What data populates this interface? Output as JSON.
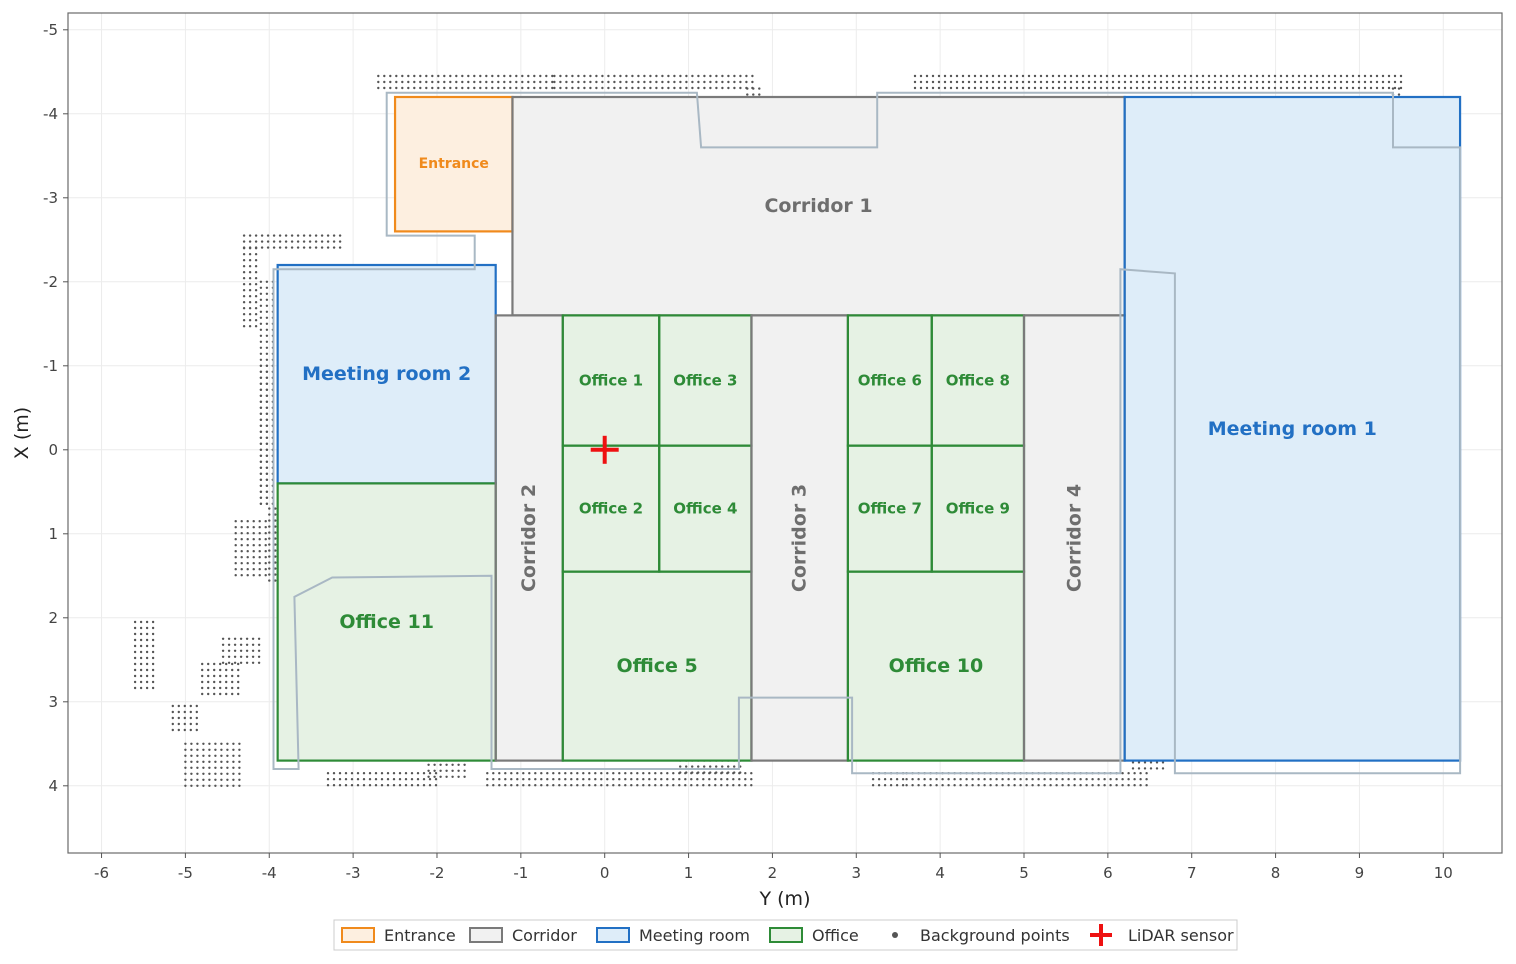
{
  "chart_data": {
    "type": "floor-plan",
    "xlabel": "Y (m)",
    "ylabel": "X (m)",
    "xlim": [
      -6.4,
      10.7
    ],
    "ylim": [
      -5.2,
      4.8
    ],
    "x_ticks": [
      -6,
      -5,
      -4,
      -3,
      -2,
      -1,
      0,
      1,
      2,
      3,
      4,
      5,
      6,
      7,
      8,
      9,
      10
    ],
    "y_ticks": [
      -5,
      -4,
      -3,
      -2,
      -1,
      0,
      1,
      2,
      3,
      4
    ],
    "grid": true,
    "legend_position": "bottom",
    "colors": {
      "entrance": "#f08a1c",
      "corridor": "#7a7a7a",
      "meeting": "#2270c4",
      "office": "#2e8b37",
      "sensor": "#ee1111",
      "outline": "#a9b8c4",
      "points": "#555555"
    },
    "rooms": [
      {
        "label": "Entrance",
        "category": "Entrance",
        "y0": -2.5,
        "y1": -1.1,
        "x0": -4.2,
        "x1": -2.6
      },
      {
        "label": "Corridor 1",
        "category": "Corridor",
        "y0": -1.1,
        "y1": 6.2,
        "x0": -4.2,
        "x1": -1.6
      },
      {
        "label": "Meeting room 2",
        "category": "Meeting room",
        "y0": -3.9,
        "y1": -1.3,
        "x0": -2.2,
        "x1": 0.4
      },
      {
        "label": "Office 11",
        "category": "Office",
        "y0": -3.9,
        "y1": -1.3,
        "x0": 0.4,
        "x1": 3.7
      },
      {
        "label": "Corridor 2",
        "category": "Corridor",
        "y0": -1.3,
        "y1": -0.5,
        "x0": -1.6,
        "x1": 3.7,
        "vertical": true
      },
      {
        "label": "Office 1",
        "category": "Office",
        "y0": -0.5,
        "y1": 0.65,
        "x0": -1.6,
        "x1": -0.05
      },
      {
        "label": "Office 3",
        "category": "Office",
        "y0": 0.65,
        "y1": 1.75,
        "x0": -1.6,
        "x1": -0.05
      },
      {
        "label": "Office 2",
        "category": "Office",
        "y0": -0.5,
        "y1": 0.65,
        "x0": -0.05,
        "x1": 1.45
      },
      {
        "label": "Office 4",
        "category": "Office",
        "y0": 0.65,
        "y1": 1.75,
        "x0": -0.05,
        "x1": 1.45
      },
      {
        "label": "Office 5",
        "category": "Office",
        "y0": -0.5,
        "y1": 1.75,
        "x0": 1.45,
        "x1": 3.7
      },
      {
        "label": "Corridor 3",
        "category": "Corridor",
        "y0": 1.75,
        "y1": 2.9,
        "x0": -1.6,
        "x1": 3.7,
        "vertical": true
      },
      {
        "label": "Office 6",
        "category": "Office",
        "y0": 2.9,
        "y1": 3.9,
        "x0": -1.6,
        "x1": -0.05
      },
      {
        "label": "Office 8",
        "category": "Office",
        "y0": 3.9,
        "y1": 5.0,
        "x0": -1.6,
        "x1": -0.05
      },
      {
        "label": "Office 7",
        "category": "Office",
        "y0": 2.9,
        "y1": 3.9,
        "x0": -0.05,
        "x1": 1.45
      },
      {
        "label": "Office 9",
        "category": "Office",
        "y0": 3.9,
        "y1": 5.0,
        "x0": -0.05,
        "x1": 1.45
      },
      {
        "label": "Office 10",
        "category": "Office",
        "y0": 2.9,
        "y1": 5.0,
        "x0": 1.45,
        "x1": 3.7
      },
      {
        "label": "Corridor 4",
        "category": "Corridor",
        "y0": 5.0,
        "y1": 6.2,
        "x0": -1.6,
        "x1": 3.7,
        "vertical": true
      },
      {
        "label": "Meeting room 1",
        "category": "Meeting room",
        "y0": 6.2,
        "y1": 10.2,
        "x0": -4.2,
        "x1": 3.7
      }
    ],
    "lidar_sensor": {
      "label": "LiDAR sensor",
      "y": 0.0,
      "x": 0.0
    },
    "scan_outline": [
      [
        -2.6,
        -4.25
      ],
      [
        1.1,
        -4.25
      ],
      [
        1.15,
        -3.6
      ],
      [
        3.25,
        -3.6
      ],
      [
        3.25,
        -4.25
      ],
      [
        9.4,
        -4.25
      ],
      [
        9.4,
        -3.6
      ],
      [
        10.2,
        -3.6
      ],
      [
        10.2,
        3.85
      ],
      [
        6.8,
        3.85
      ],
      [
        6.8,
        -2.1
      ],
      [
        6.15,
        -2.15
      ],
      [
        6.15,
        3.85
      ],
      [
        2.95,
        3.85
      ],
      [
        2.95,
        2.95
      ],
      [
        1.6,
        2.95
      ],
      [
        1.6,
        3.8
      ],
      [
        -1.35,
        3.8
      ],
      [
        -1.35,
        1.5
      ],
      [
        -3.25,
        1.52
      ],
      [
        -3.7,
        1.75
      ],
      [
        -3.65,
        3.8
      ],
      [
        -3.95,
        3.8
      ],
      [
        -3.95,
        -2.15
      ],
      [
        -1.55,
        -2.15
      ],
      [
        -1.55,
        -2.55
      ],
      [
        -2.6,
        -2.55
      ]
    ],
    "background_points": [
      {
        "y0": -2.7,
        "y1": -0.6,
        "x0": -4.45,
        "x1": -4.25
      },
      {
        "y0": -0.6,
        "y1": 1.8,
        "x0": -4.45,
        "x1": -4.25
      },
      {
        "y0": 3.7,
        "y1": 9.5,
        "x0": -4.45,
        "x1": -4.25
      },
      {
        "y0": 1.7,
        "y1": 1.85,
        "x0": -4.3,
        "x1": -3.8
      },
      {
        "y0": 1.7,
        "y1": 2.7,
        "x0": -3.8,
        "x1": -3.65
      },
      {
        "y0": 9.4,
        "y1": 9.5,
        "x0": -4.3,
        "x1": -3.8
      },
      {
        "y0": 9.4,
        "y1": 9.8,
        "x0": -3.8,
        "x1": -3.65
      },
      {
        "y0": -4.3,
        "y1": -3.1,
        "x0": -2.55,
        "x1": -2.4
      },
      {
        "y0": -4.3,
        "y1": -4.1,
        "x0": -2.4,
        "x1": -1.4
      },
      {
        "y0": -4.1,
        "y1": -3.95,
        "x0": -2.0,
        "x1": 0.7
      },
      {
        "y0": -4.1,
        "y1": -3.95,
        "x0": -1.0,
        "x1": 0.7
      },
      {
        "y0": -4.0,
        "y1": -3.85,
        "x0": 0.7,
        "x1": 1.6
      },
      {
        "y0": -4.4,
        "y1": -4.0,
        "x0": 0.85,
        "x1": 1.5
      },
      {
        "y0": -5.6,
        "y1": -5.35,
        "x0": 2.05,
        "x1": 2.9
      },
      {
        "y0": -5.15,
        "y1": -4.85,
        "x0": 3.05,
        "x1": 3.4
      },
      {
        "y0": -4.8,
        "y1": -4.3,
        "x0": 2.55,
        "x1": 2.95
      },
      {
        "y0": -4.55,
        "y1": -4.1,
        "x0": 2.25,
        "x1": 2.55
      },
      {
        "y0": -5.0,
        "y1": -4.3,
        "x0": 3.5,
        "x1": 4.0
      },
      {
        "y0": -3.3,
        "y1": -1.95,
        "x0": 3.85,
        "x1": 4.0
      },
      {
        "y0": -2.1,
        "y1": -1.6,
        "x0": 3.75,
        "x1": 3.9
      },
      {
        "y0": -1.4,
        "y1": 1.75,
        "x0": 3.85,
        "x1": 4.0
      },
      {
        "y0": 0.9,
        "y1": 1.65,
        "x0": 3.7,
        "x1": 3.85
      },
      {
        "y0": -3.5,
        "y1": -3.0,
        "x0": 1.65,
        "x1": 1.95
      },
      {
        "y0": -2.5,
        "y1": -2.15,
        "x0": 1.6,
        "x1": 1.95
      },
      {
        "y0": -1.75,
        "y1": -1.45,
        "x0": 1.6,
        "x1": 1.95
      },
      {
        "y0": -2.15,
        "y1": -1.45,
        "x0": 2.8,
        "x1": 3.65
      },
      {
        "y0": 1.7,
        "y1": 2.6,
        "x0": 3.0,
        "x1": 3.15
      },
      {
        "y0": 2.6,
        "y1": 2.9,
        "x0": 3.1,
        "x1": 3.55
      },
      {
        "y0": 3.2,
        "y1": 3.6,
        "x0": 3.85,
        "x1": 4.0
      },
      {
        "y0": 3.6,
        "y1": 6.5,
        "x0": 3.85,
        "x1": 4.0
      },
      {
        "y0": 6.3,
        "y1": 6.7,
        "x0": -1.8,
        "x1": 0.5
      },
      {
        "y0": 6.3,
        "y1": 6.7,
        "x0": 1.65,
        "x1": 3.8
      }
    ],
    "legend": [
      {
        "label": "Entrance",
        "kind": "box",
        "category": "Entrance"
      },
      {
        "label": "Corridor",
        "kind": "box",
        "category": "Corridor"
      },
      {
        "label": "Meeting room",
        "kind": "box",
        "category": "Meeting room"
      },
      {
        "label": "Office",
        "kind": "box",
        "category": "Office"
      },
      {
        "label": "Background points",
        "kind": "dot"
      },
      {
        "label": "LiDAR sensor",
        "kind": "cross"
      }
    ]
  }
}
